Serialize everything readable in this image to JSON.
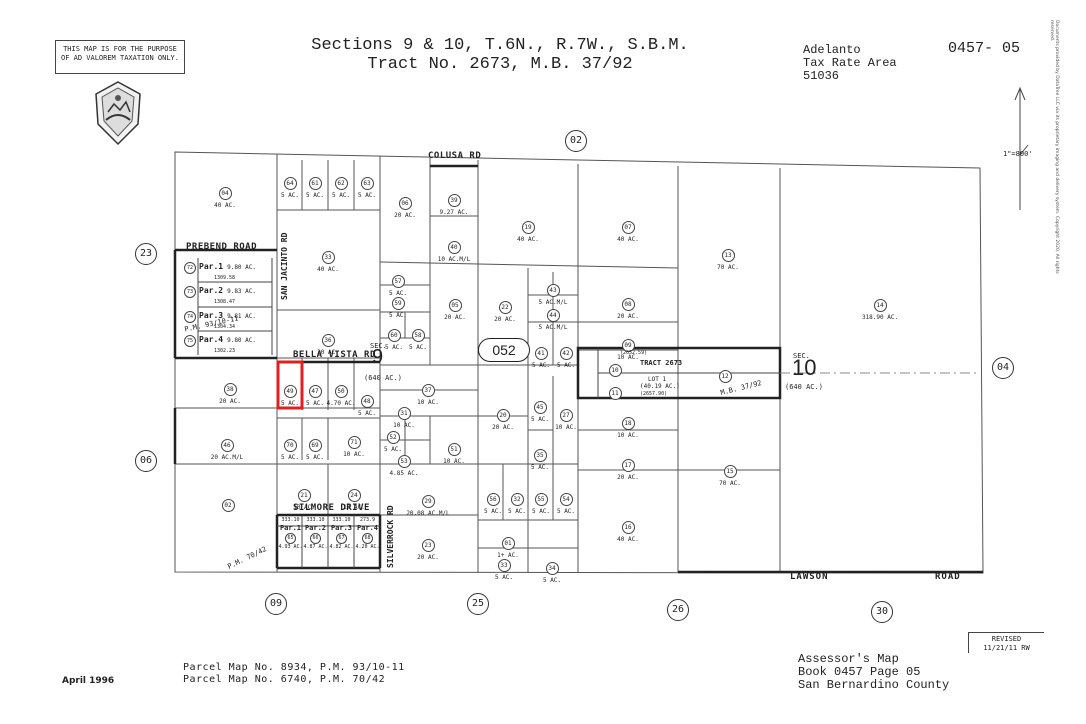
{
  "header": {
    "disclaimer_line1": "THIS MAP IS FOR THE PURPOSE",
    "disclaimer_line2": "OF AD VALOREM TAXATION ONLY.",
    "title_line1": "Sections 9 & 10, T.6N., R.7W., S.B.M.",
    "title_line2": "Tract No. 2673, M.B. 37/92",
    "area_name": "Adelanto",
    "tax_rate_area_label": "Tax Rate Area",
    "tax_rate_area": "51036",
    "book_page": "0457- 05"
  },
  "scale_label": "1\"=800'",
  "side_notice": "Documents provided by DataTree LLC via its proprietary imaging and delivery system. Copyright 2020, All rights reserved.",
  "roads": {
    "colusa": "COLUSA RD",
    "prebend": "PREBEND ROAD",
    "san_jacinto": "SAN JACINTO RD",
    "bella_vista": "BELLA VISTA RD",
    "silmore": "SILMORE DRIVE",
    "silverrock": "SILVERROCK RD",
    "lawson": "LAWSON",
    "road": "ROAD"
  },
  "sections": {
    "sec_label": "SEC.",
    "sec9": "9",
    "sec10": "10",
    "sec10_acres": "(640 AC.)",
    "sec9_acres": "(640 AC.)"
  },
  "page_circles": [
    {
      "id": "adj-02",
      "label": "02"
    },
    {
      "id": "adj-23",
      "label": "23"
    },
    {
      "id": "adj-04",
      "label": "04"
    },
    {
      "id": "adj-06",
      "label": "06"
    },
    {
      "id": "adj-09",
      "label": "09"
    },
    {
      "id": "adj-25",
      "label": "25"
    },
    {
      "id": "adj-26",
      "label": "26"
    },
    {
      "id": "adj-30",
      "label": "30"
    }
  ],
  "map_page_badge": "052",
  "parcels": [
    {
      "num": "04",
      "ac": "40 AC."
    },
    {
      "num": "64",
      "ac": "5 AC."
    },
    {
      "num": "61",
      "ac": "5 AC."
    },
    {
      "num": "62",
      "ac": "5 AC."
    },
    {
      "num": "63",
      "ac": "5 AC."
    },
    {
      "num": "06",
      "ac": "20 AC."
    },
    {
      "num": "39",
      "ac": "9.27 AC."
    },
    {
      "num": "40",
      "ac": "10 AC.M/L"
    },
    {
      "num": "19",
      "ac": "40 AC."
    },
    {
      "num": "07",
      "ac": "40 AC."
    },
    {
      "num": "13",
      "ac": "70 AC."
    },
    {
      "num": "14",
      "ac": "318.90 AC."
    },
    {
      "num": "33",
      "ac": "40 AC."
    },
    {
      "num": "57",
      "ac": "5 AC."
    },
    {
      "num": "59",
      "ac": "5 AC."
    },
    {
      "num": "05",
      "ac": "20 AC."
    },
    {
      "num": "22",
      "ac": "20 AC."
    },
    {
      "num": "43",
      "ac": "5 AC.M/L"
    },
    {
      "num": "44",
      "ac": "5 AC.M/L"
    },
    {
      "num": "08",
      "ac": "20 AC."
    },
    {
      "num": "09",
      "ac": "10 AC."
    },
    {
      "num": "36",
      "ac": "20 AC."
    },
    {
      "num": "60",
      "ac": "5 AC."
    },
    {
      "num": "58",
      "ac": "5 AC."
    },
    {
      "num": "41",
      "ac": "5 AC."
    },
    {
      "num": "42",
      "ac": "5 AC."
    },
    {
      "num": "10",
      "ac": ""
    },
    {
      "num": "11",
      "ac": ""
    },
    {
      "num": "12",
      "ac": ""
    },
    {
      "num": "38",
      "ac": "20 AC."
    },
    {
      "num": "49",
      "ac": "5 AC."
    },
    {
      "num": "47",
      "ac": "5 AC."
    },
    {
      "num": "50",
      "ac": "4.70 AC."
    },
    {
      "num": "48",
      "ac": "5 AC."
    },
    {
      "num": "37",
      "ac": "10 AC."
    },
    {
      "num": "31",
      "ac": "10 AC."
    },
    {
      "num": "20",
      "ac": "20 AC."
    },
    {
      "num": "18",
      "ac": "10 AC."
    },
    {
      "num": "45",
      "ac": "5 AC."
    },
    {
      "num": "27",
      "ac": "10 AC."
    },
    {
      "num": "46",
      "ac": "20 AC.M/L"
    },
    {
      "num": "70",
      "ac": "5 AC."
    },
    {
      "num": "69",
      "ac": "5 AC."
    },
    {
      "num": "71",
      "ac": "10 AC."
    },
    {
      "num": "52",
      "ac": "5 AC."
    },
    {
      "num": "53",
      "ac": "4.85 AC."
    },
    {
      "num": "51",
      "ac": "10 AC."
    },
    {
      "num": "35",
      "ac": "5 AC."
    },
    {
      "num": "17",
      "ac": "20 AC."
    },
    {
      "num": "15",
      "ac": "70 AC."
    },
    {
      "num": "02",
      "ac": ""
    },
    {
      "num": "21",
      "ac": "10 AC."
    },
    {
      "num": "24",
      "ac": "10 AC."
    },
    {
      "num": "29",
      "ac": "20.08 AC.M/L"
    },
    {
      "num": "56",
      "ac": "5 AC."
    },
    {
      "num": "32",
      "ac": "5 AC."
    },
    {
      "num": "55",
      "ac": "5 AC."
    },
    {
      "num": "54",
      "ac": "5 AC."
    },
    {
      "num": "16",
      "ac": "40 AC."
    },
    {
      "num": "23",
      "ac": "20 AC."
    },
    {
      "num": "01",
      "ac": "1+ AC."
    },
    {
      "num": "33",
      "ac": "5 AC."
    },
    {
      "num": "34",
      "ac": "5 AC."
    }
  ],
  "parcel_maps_north": [
    {
      "par": "Par.1",
      "num": "72",
      "ac": "9.80 AC.",
      "dim": "1309.58"
    },
    {
      "par": "Par.2",
      "num": "73",
      "ac": "9.83 AC.",
      "dim": "1308.47"
    },
    {
      "par": "Par.3",
      "num": "74",
      "ac": "9.81 AC.",
      "dim": "1304.34"
    },
    {
      "par": "Par.4",
      "num": "75",
      "ac": "9.80 AC.",
      "dim": "1302.23"
    }
  ],
  "parcel_maps_south": [
    {
      "par": "Par.1",
      "num": "65",
      "ac": "4.93 AC.",
      "dim": "333.10"
    },
    {
      "par": "Par.2",
      "num": "66",
      "ac": "4.87 AC.",
      "dim": "333.10"
    },
    {
      "par": "Par.3",
      "num": "67",
      "ac": "4.82 AC.",
      "dim": "333.10"
    },
    {
      "par": "Par.4",
      "num": "68",
      "ac": "4.20 AC.",
      "dim": "273.9"
    }
  ],
  "pm_north_label": "P.M. 93/10-11",
  "pm_south_label": "P.M. 70/42",
  "tract": {
    "label": "TRACT 2673",
    "lot": "LOT 1",
    "acres": "(40.19 AC.)",
    "mb": "M.B. 37/92",
    "dim_top": "(2652.59)",
    "dim_bottom": "(2657.90)"
  },
  "highlight_parcel": "49",
  "highlight_color": "#e02020",
  "footer": {
    "parcel_map_1": "Parcel Map No. 8934, P.M. 93/10-11",
    "parcel_map_2": "Parcel Map No. 6740, P.M. 70/42",
    "date": "April 1996",
    "assessor_line1": "Assessor's Map",
    "assessor_line2": "Book 0457 Page 05",
    "assessor_line3": "San Bernardino County",
    "revised_label": "REVISED",
    "revised_value": "11/21/11 RW"
  }
}
